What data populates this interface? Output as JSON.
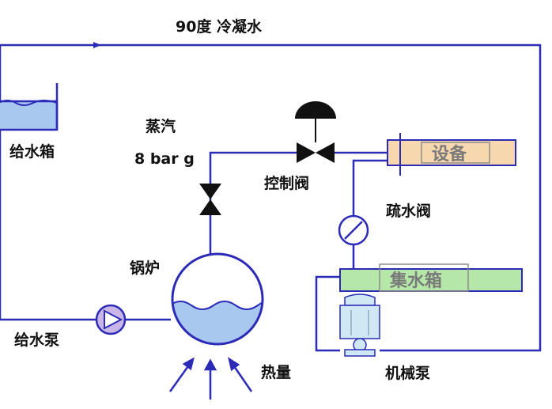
{
  "labels": {
    "condensate": "90度 冷凝水",
    "feed_tank": "给水箱",
    "steam": "蒸汽",
    "pressure": "8 bar g",
    "control_valve": "控制阀",
    "equipment": "设备",
    "steam_trap": "疏水阀",
    "collect_tank": "集水箱",
    "boiler": "锅炉",
    "feed_pump": "给水泵",
    "heat": "热量",
    "mech_pump": "机械泵"
  },
  "colors": {
    "pipe": "#2b2bb8",
    "water": "#a9c8f0",
    "equipment_fill": "#f7d7ae",
    "collect_fill": "#b5e8a8",
    "pump_fill": "#c9b6e6",
    "valve": "#111111"
  }
}
